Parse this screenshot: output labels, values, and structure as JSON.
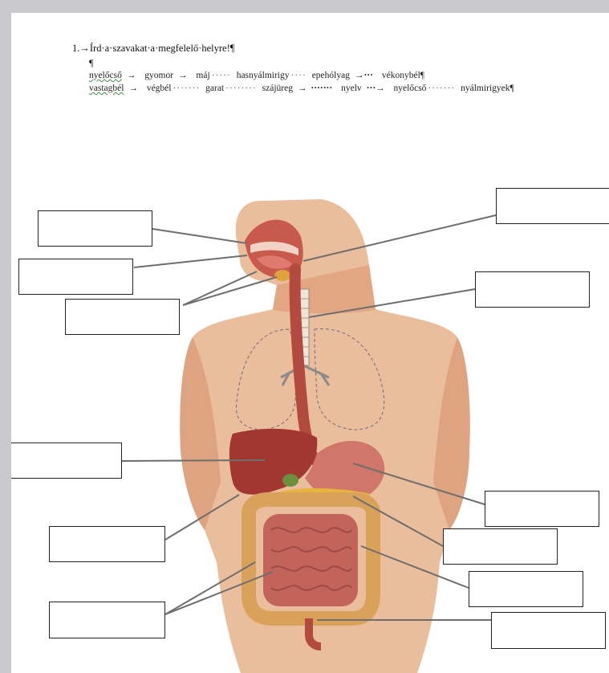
{
  "worksheet": {
    "title": "1.→Írd·a·szavakat·a·megfelelő·helyre!¶",
    "pilcrow": "¶",
    "word_bank": [
      {
        "text": "nyelőcső",
        "spell": true,
        "sep": "→"
      },
      {
        "text": "gyomor",
        "spell": false,
        "sep": "→"
      },
      {
        "text": "máj",
        "spell": false,
        "sep": "·····"
      },
      {
        "text": "hasnyálmirigy",
        "spell": false,
        "sep": "····"
      },
      {
        "text": "epehólyag",
        "spell": false,
        "sep": "→···"
      },
      {
        "text": "vékonybél¶",
        "spell": false,
        "sep": ""
      },
      {
        "text": "vastagbél",
        "spell": true,
        "sep": "→"
      },
      {
        "text": "végbél",
        "spell": false,
        "sep": "·······"
      },
      {
        "text": "garat",
        "spell": false,
        "sep": "········"
      },
      {
        "text": "szájüreg",
        "spell": false,
        "sep": "→ ·······"
      },
      {
        "text": "nyelv",
        "spell": false,
        "sep": "···→"
      },
      {
        "text": "nyelőcső",
        "spell": false,
        "sep": "·······"
      },
      {
        "text": "nyálmirigyek¶",
        "spell": false,
        "sep": ""
      }
    ]
  },
  "colors": {
    "skin": "#e8b48f",
    "skin_shade": "#d48a66",
    "organ_red": "#b8433a",
    "liver": "#a83a32",
    "intestine": "#c8675a",
    "colon": "#d9a15a",
    "leader_line": "#6e6e6e",
    "box_border": "#222222"
  }
}
